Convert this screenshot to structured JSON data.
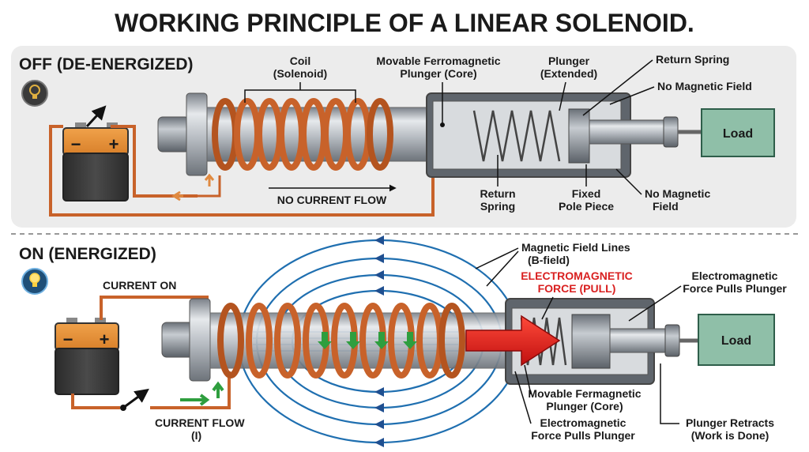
{
  "title": "WORKING PRINCIPLE OF A LINEAR SOLENOID.",
  "off": {
    "heading": "OFF (DE-ENERGIZED)",
    "icon": "lightbulb-off-icon",
    "labels": {
      "coil_1": "Coil",
      "coil_2": "(Solenoid)",
      "plunger_core_1": "Movable Ferromagnetic",
      "plunger_core_2": "Plunger (Core)",
      "plunger_ext_1": "Plunger",
      "plunger_ext_2": "(Extended)",
      "return_spring_top": "Return Spring",
      "no_field_top": "No Magnetic Field",
      "no_current": "NO CURRENT FLOW",
      "return_spring_1": "Return",
      "return_spring_2": "Spring",
      "fixed_pole_1": "Fixed",
      "fixed_pole_2": "Pole Piece",
      "no_field_1": "No Magnetic",
      "no_field_2": "Field",
      "load": "Load"
    }
  },
  "on": {
    "heading": "ON (ENERGIZED)",
    "icon": "lightbulb-on-icon",
    "labels": {
      "current_on": "CURRENT ON",
      "field_lines_1": "Magnetic Field Lines",
      "field_lines_2": "(B-field)",
      "em_force_1": "ELECTROMAGNETIC",
      "em_force_2": "FORCE (PULL)",
      "em_pulls_top_1": "Electromagnetic",
      "em_pulls_top_2": "Force Pulls Plunger",
      "movable_1": "Movable Fermagnetic",
      "movable_2": "Plunger (Core)",
      "em_pulls_bot_1": "Electromagnetic",
      "em_pulls_bot_2": "Force Pulls Plunger",
      "retracts_1": "Plunger Retracts",
      "retracts_2": "(Work is Done)",
      "current_flow_1": "CURRENT FLOW",
      "current_flow_2": "(I)",
      "load": "Load"
    }
  },
  "battery": {
    "minus": "−",
    "plus": "+"
  },
  "colors": {
    "copper": "#c8622a",
    "field_blue": "#1f6fb0",
    "force_red": "#d92020",
    "current_green": "#2e9e3e",
    "load_green": "#8fbfa8",
    "panel_gray": "#ececec"
  }
}
